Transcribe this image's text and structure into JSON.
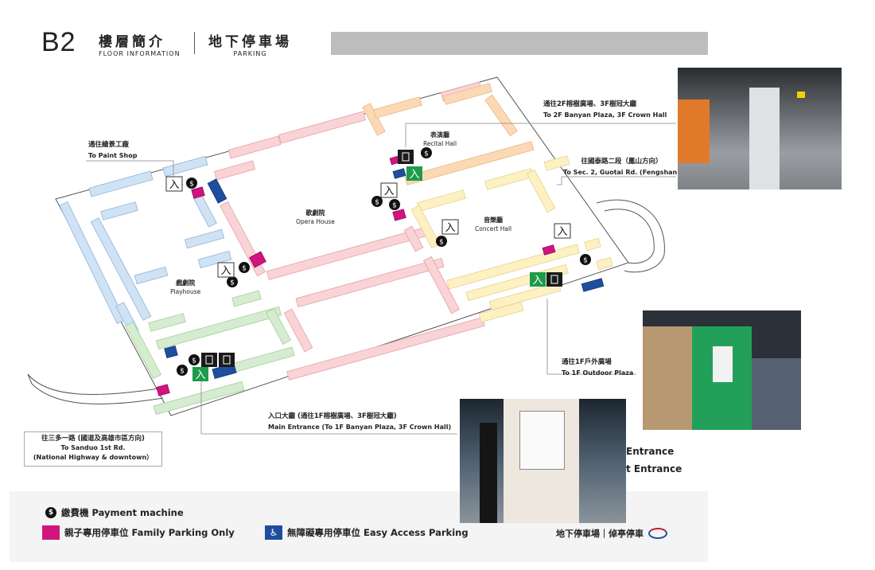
{
  "header": {
    "level": "B2",
    "floor_zh": "樓層簡介",
    "floor_en": "FLOOR INFORMATION",
    "parking_zh": "地下停車場",
    "parking_en": "PARKING"
  },
  "halls": {
    "recital": {
      "zh": "表演廳",
      "en": "Recital Hall"
    },
    "opera": {
      "zh": "歌劇院",
      "en": "Opera House"
    },
    "concert": {
      "zh": "音樂廳",
      "en": "Concert Hall"
    },
    "playhouse": {
      "zh": "戲劇院",
      "en": "Playhouse"
    }
  },
  "callouts": {
    "paint_shop": {
      "zh": "通往繪景工廠",
      "en": "To Paint Shop"
    },
    "banyan": {
      "zh": "通往2F榕樹廣場、3F樹冠大廳",
      "en": "To 2F Banyan Plaza, 3F Crown Hall"
    },
    "guotai": {
      "zh": "往國泰路二段（鳳山方向）",
      "en": "To Sec. 2, Guotai Rd. (Fengshan)"
    },
    "outdoor": {
      "zh": "通往1F戶外廣場",
      "en": "To 1F Outdoor Plaza"
    },
    "main_entrance": {
      "zh": "入口大廳 (通往1F榕樹廣場、3F樹冠大廳)",
      "en": "Main Entrance (To 1F Banyan Plaza, 3F Crown Hall)"
    },
    "sanduo": {
      "zh": "往三多一路 (國道及高雄市區方向)",
      "en1": "To Sanduo 1st Rd.",
      "en2": "(National Highway & downtown）"
    }
  },
  "map_symbols": {
    "entrance": "入",
    "payment": "$"
  },
  "legend": {
    "payment": "繳費機 Payment machine",
    "family": "親子專用停車位 Family Parking Only",
    "access": "無障礙專用停車位 Easy Access Parking",
    "entrance1": "Entrance",
    "entrance2": "t Entrance",
    "brand": "地下停車場｜倬亭停車"
  },
  "colors": {
    "blue": "#cfe3f5",
    "pink": "#f9d3d6",
    "orange": "#fbd9b5",
    "yellow": "#fdf1c2",
    "green": "#d5ecd0",
    "magenta": "#d0157f",
    "access": "#1f4e9c",
    "entry_green": "#1e9b4a"
  }
}
